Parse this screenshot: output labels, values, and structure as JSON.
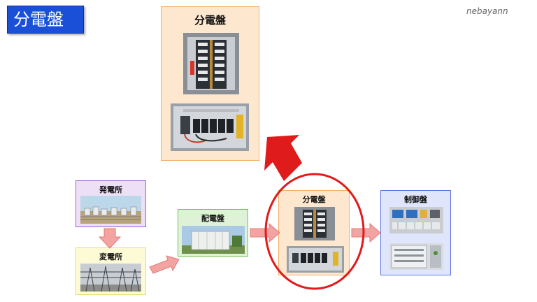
{
  "slide": {
    "title": "分電盤",
    "watermark": "nebayann"
  },
  "boxes": {
    "main_panel": "分電盤",
    "power_plant": "発電所",
    "substation": "変電所",
    "distribution": "配電盤",
    "panel_board": "分電盤",
    "control_panel": "制御盤"
  },
  "colors": {
    "title_badge": "#1a4fd8",
    "panel_fill": "#fde8cf",
    "plant_fill": "#ecdff6",
    "substation_fill": "#fdfbd6",
    "distribution_fill": "#dff2d8",
    "control_fill": "#dfe6fb",
    "highlight_circle": "#e01b1b",
    "flow_arrow": "#f4a3a3"
  }
}
